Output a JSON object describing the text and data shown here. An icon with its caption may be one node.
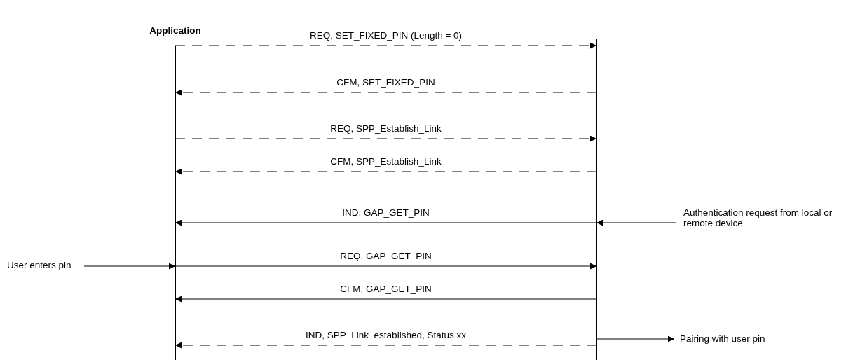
{
  "diagram": {
    "nodes": [
      {
        "text": [
          "Application"
        ]
      },
      {
        "text": [],
        "shape": "bar"
      },
      {
        "text": [
          "Authentication request from local or remote device"
        ]
      },
      {
        "text": [
          "User enters pin"
        ]
      },
      {
        "text": [
          "Pairing with user pin"
        ]
      }
    ],
    "edges": [
      {
        "from": 0,
        "to": 1,
        "arrow": "to",
        "label": "REQ, SET_FIXED_PIN (Length = 0)",
        "style": "dashed"
      },
      {
        "from": 1,
        "to": 0,
        "arrow": "to",
        "label": "CFM, SET_FIXED_PIN",
        "style": "dashed"
      },
      {
        "from": 0,
        "to": 1,
        "arrow": "to",
        "label": "REQ, SPP_Establish_Link",
        "style": "dashed"
      },
      {
        "from": 1,
        "to": 0,
        "arrow": "to",
        "label": "CFM, SPP_Establish_Link",
        "style": "dashed"
      },
      {
        "from": 1,
        "to": 0,
        "arrow": "to",
        "label": "IND, GAP_GET_PIN"
      },
      {
        "from": 2,
        "to": 1,
        "arrow": "to"
      },
      {
        "from": 3,
        "to": 0,
        "arrow": "to"
      },
      {
        "from": 0,
        "to": 1,
        "arrow": "to",
        "label": "REQ, GAP_GET_PIN"
      },
      {
        "from": 1,
        "to": 0,
        "arrow": "to",
        "label": "CFM, GAP_GET_PIN"
      },
      {
        "from": 1,
        "to": 4,
        "arrow": "to"
      },
      {
        "from": 1,
        "to": 0,
        "arrow": "to",
        "label": "IND, SPP_Link_established, Status xx",
        "style": "dashed"
      }
    ]
  }
}
